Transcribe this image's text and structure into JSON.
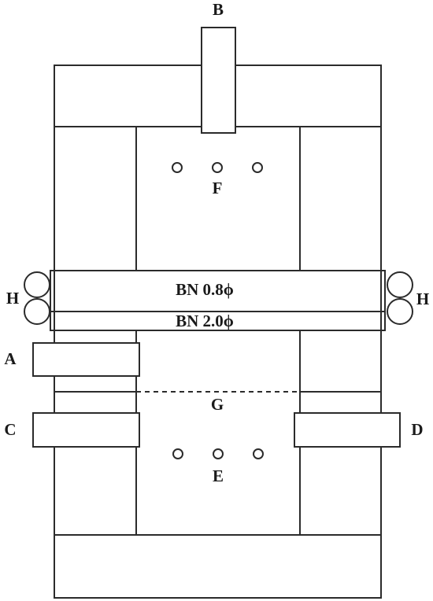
{
  "labels": {
    "a": "A",
    "b": "B",
    "c": "C",
    "d": "D",
    "e": "E",
    "f": "F",
    "g": "G",
    "h_left": "H",
    "h_right": "H"
  },
  "layers": {
    "upper": "BN 0.8ϕ",
    "lower": "BN 2.0ϕ"
  }
}
